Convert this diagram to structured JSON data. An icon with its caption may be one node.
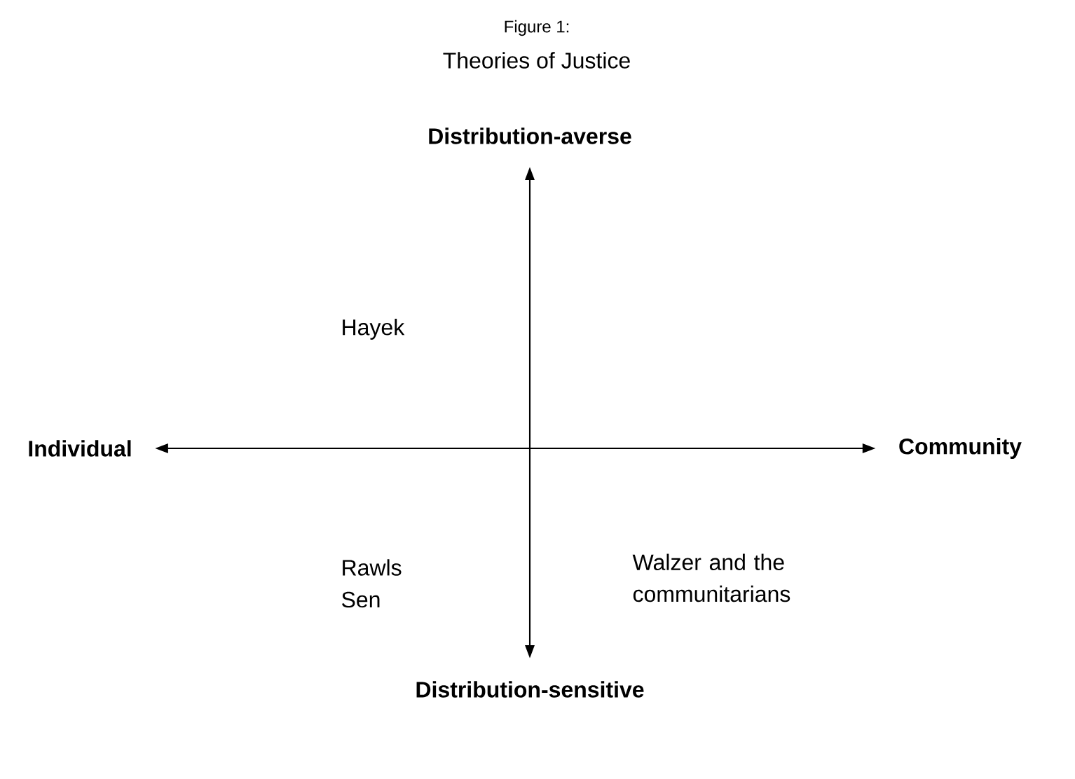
{
  "diagram": {
    "title": "Theories of Justice",
    "nodes": [
      {
        "text": [
          "Individual"
        ]
      },
      {
        "text": [
          "Community"
        ]
      },
      {
        "text": [
          "Distribution-averse"
        ]
      },
      {
        "text": [
          "Distribution-sensitive"
        ]
      }
    ],
    "edges": [
      {
        "from": 0,
        "to": 1,
        "arrow": "both"
      },
      {
        "from": 2,
        "to": 3,
        "arrow": "both"
      }
    ],
    "labels": [
      "Figure 1:",
      "Hayek",
      "Rawls",
      "Sen",
      "Walzer and the communitarians"
    ]
  }
}
